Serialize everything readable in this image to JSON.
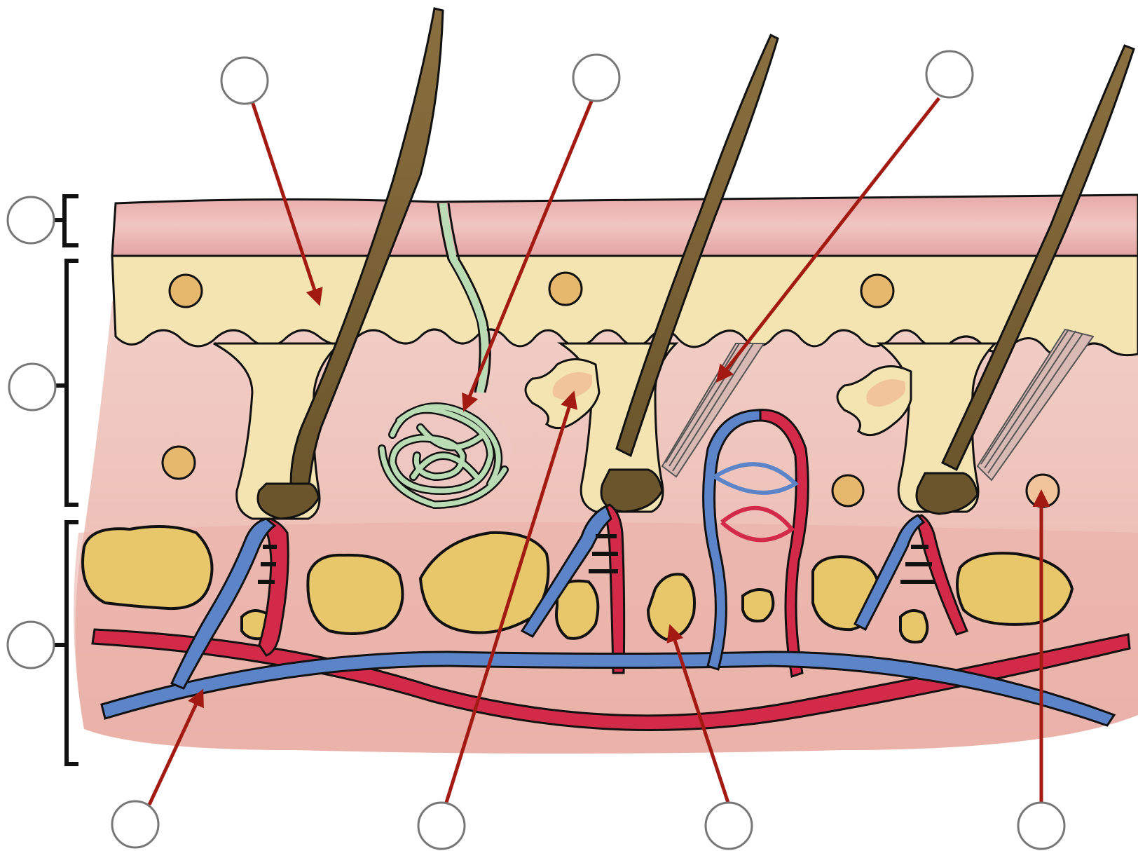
{
  "diagram": {
    "description_colors": {
      "stratum": "#e8b4b4",
      "epidermis": "#f3e3b0",
      "dermis": "#efc7c1",
      "hypodermis": "#e9aaa3",
      "hair": "#7c6338",
      "sweat_gland": "#b9dcb4",
      "artery": "#d42a4a",
      "vein": "#5b84c9",
      "fat": "#e8c66a",
      "arrow": "#a31a12",
      "label_circle_stroke": "#777777"
    },
    "label_circles": [
      {
        "id": "top-1",
        "text": ""
      },
      {
        "id": "top-2",
        "text": ""
      },
      {
        "id": "top-3",
        "text": ""
      },
      {
        "id": "left-1",
        "text": ""
      },
      {
        "id": "left-2",
        "text": ""
      },
      {
        "id": "left-3",
        "text": ""
      },
      {
        "id": "bottom-1",
        "text": ""
      },
      {
        "id": "bottom-2",
        "text": ""
      },
      {
        "id": "bottom-3",
        "text": ""
      },
      {
        "id": "bottom-4",
        "text": ""
      }
    ]
  }
}
